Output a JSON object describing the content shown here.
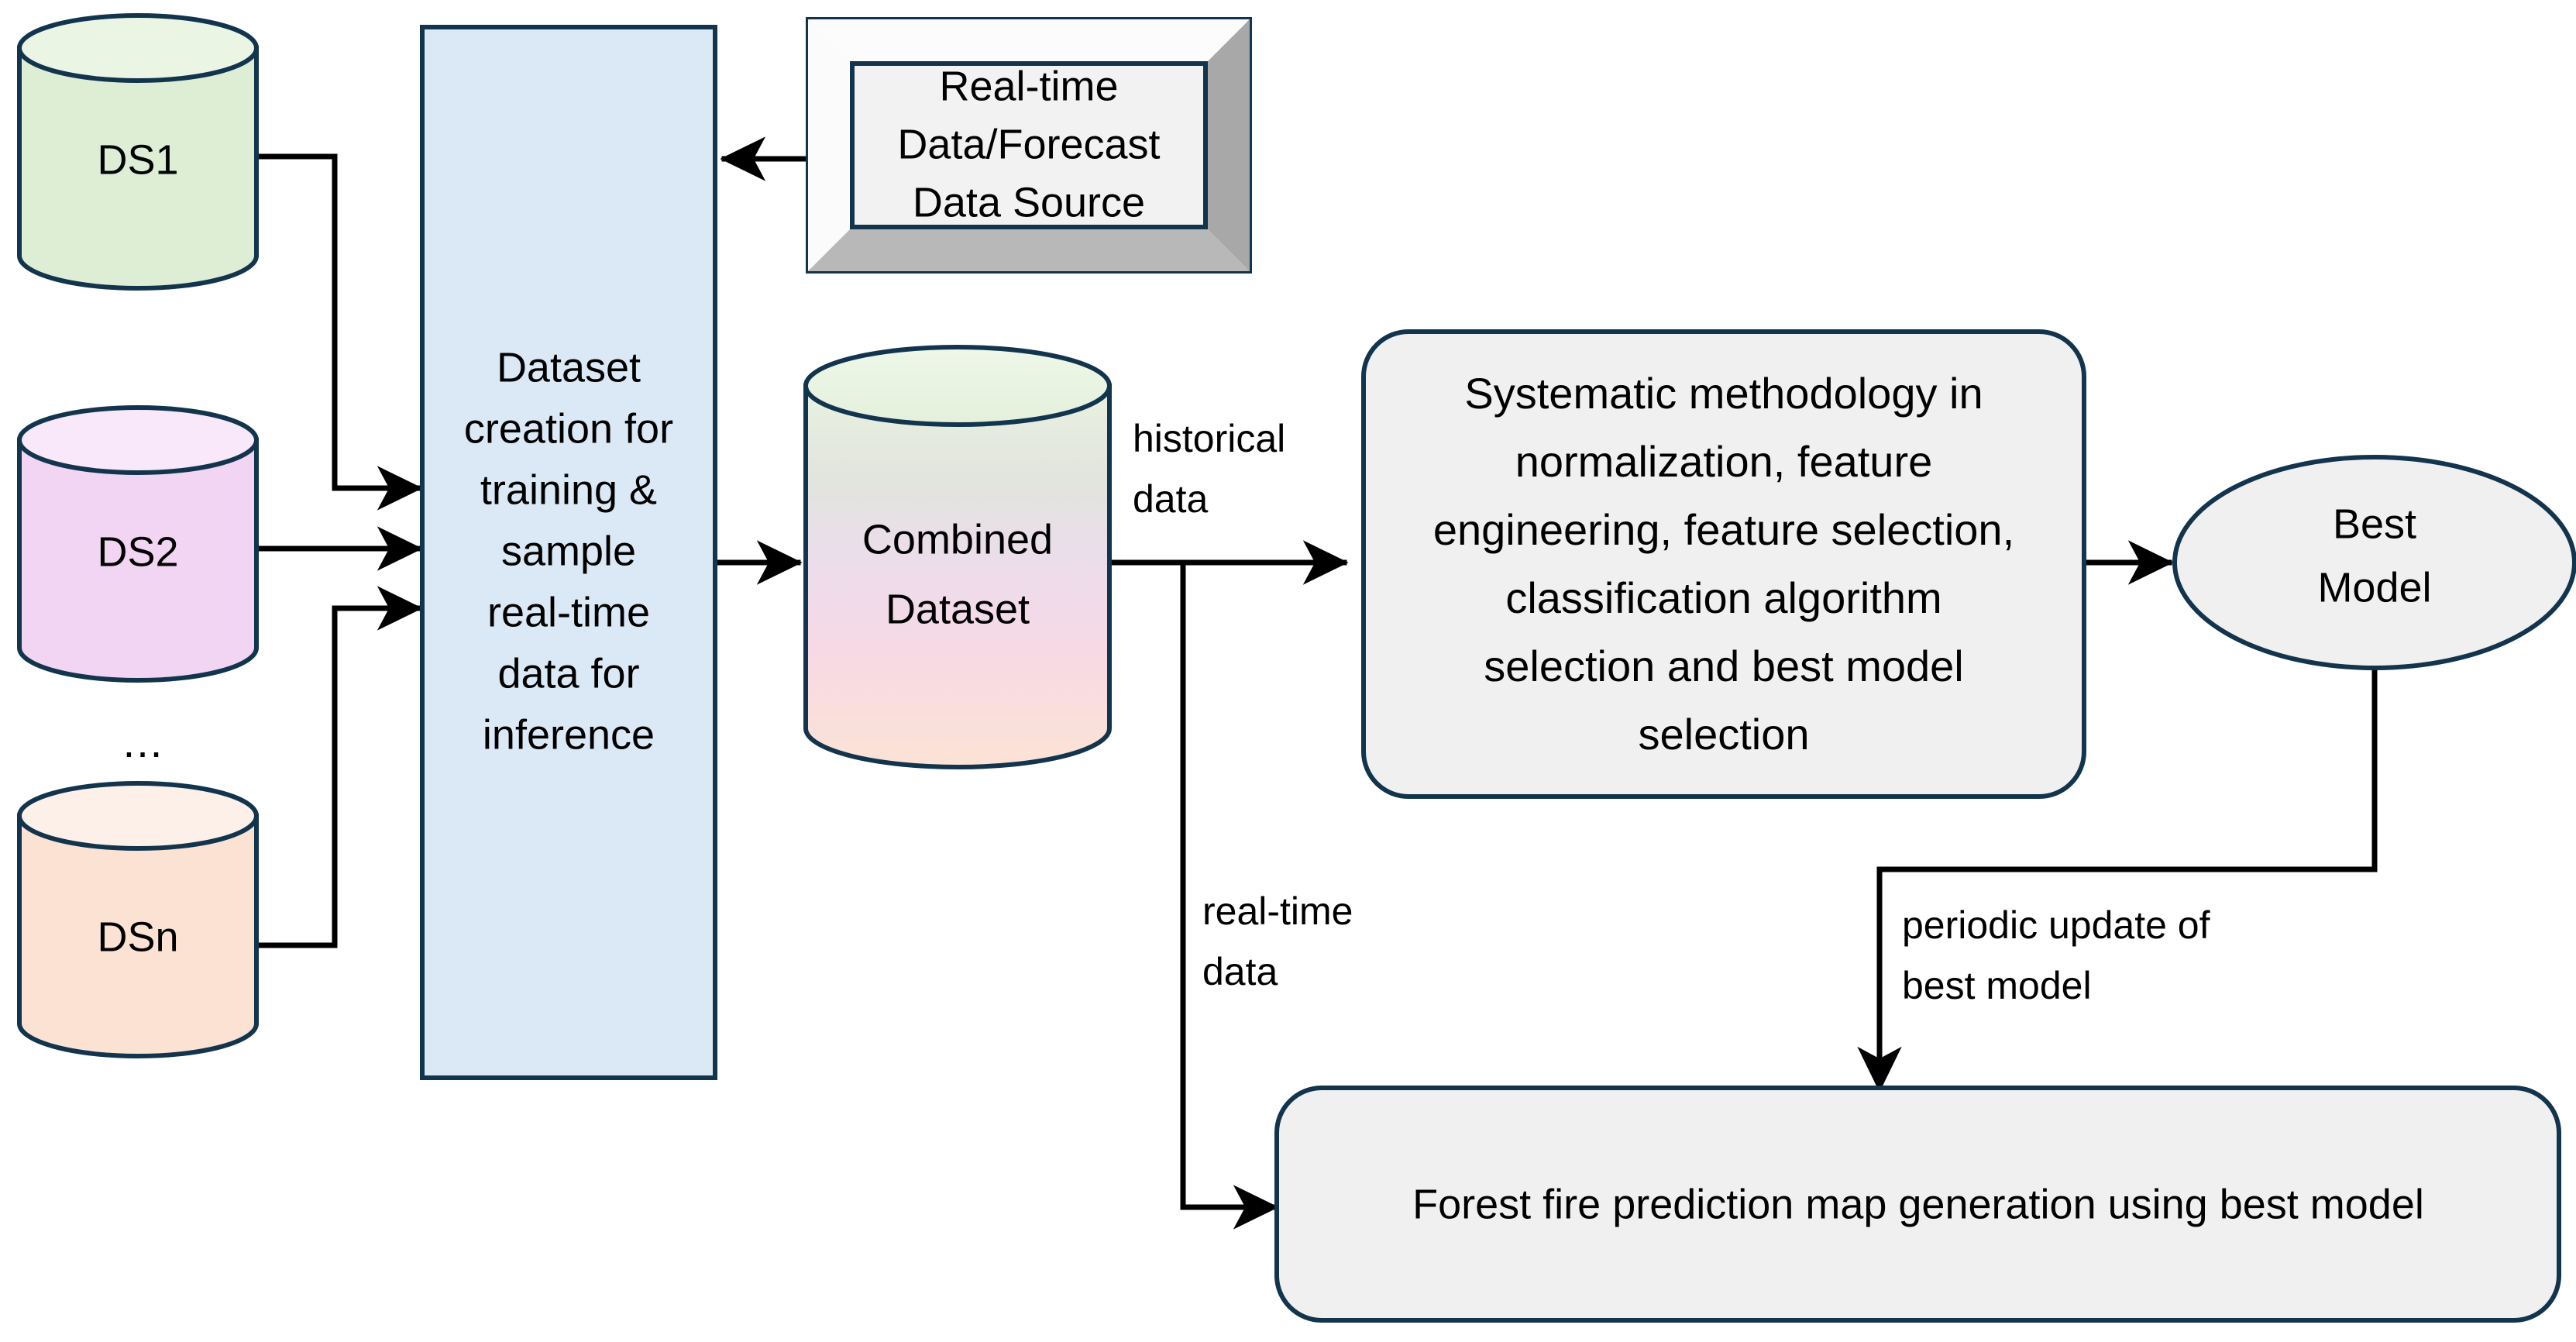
{
  "diagram": {
    "title_visible": false,
    "background_color": "#ffffff",
    "edge_color": "#000000",
    "shape_stroke_color": "#12344d"
  },
  "datasources": [
    {
      "id": "ds1",
      "label": "DS1",
      "fill": "#ddeed5",
      "top_fill": "#eaf5e4"
    },
    {
      "id": "ds2",
      "label": "DS2",
      "fill": "#f1d5f3",
      "top_fill": "#f8e8f9"
    },
    {
      "id": "dsn",
      "label": "DSn",
      "fill": "#fbe2d3",
      "top_fill": "#fdf0e8"
    }
  ],
  "ellipsis": {
    "label": "..."
  },
  "nodes": {
    "dataset_creation": {
      "lines": [
        "Dataset",
        "creation for",
        "training &",
        "sample",
        "real-time",
        "data for",
        "inference"
      ],
      "fill": "#dbe8f5",
      "stroke": "#12344d"
    },
    "realtime_source": {
      "lines": [
        "Real-time",
        "Data/Forecast",
        "Data Source"
      ],
      "fill": "#f2f2f2",
      "bevel_light": "#fafafa",
      "bevel_dark": "#a8a8a8",
      "stroke": "#12344d"
    },
    "combined_dataset": {
      "lines": [
        "Combined",
        "Dataset"
      ],
      "gradient_stops": [
        "#e8f2e0",
        "#e0e0dd",
        "#f2d8ee",
        "#f8ddd2",
        "#fde5d8"
      ],
      "stroke": "#12344d"
    },
    "methodology": {
      "lines": [
        "Systematic methodology in",
        "normalization, feature",
        "engineering, feature selection,",
        "classification algorithm",
        "selection and best model",
        "selection"
      ],
      "fill": "#f0f0f0",
      "stroke": "#12344d"
    },
    "best_model": {
      "lines": [
        "Best",
        "Model"
      ],
      "fill": "#f0f0f0",
      "stroke": "#12344d"
    },
    "prediction_map": {
      "lines": [
        "Forest fire prediction map generation using best model"
      ],
      "fill": "#f0f0f0",
      "stroke": "#12344d"
    }
  },
  "edge_labels": {
    "historical_data": [
      "historical",
      "data"
    ],
    "realtime_data": [
      "real-time",
      "data"
    ],
    "periodic_update": [
      "periodic update of",
      "best model"
    ]
  }
}
